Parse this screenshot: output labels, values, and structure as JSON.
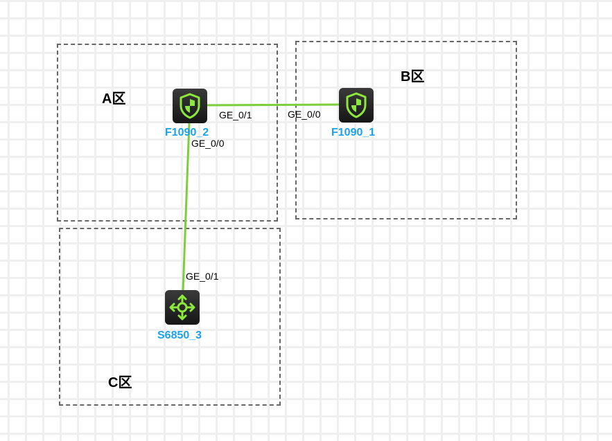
{
  "colors": {
    "link": "#7dce3c",
    "icon": "#8ce83c",
    "device_label": "#1aa3e8",
    "zone_border": "#666666"
  },
  "zones": [
    {
      "id": "A",
      "label": "A区"
    },
    {
      "id": "B",
      "label": "B区"
    },
    {
      "id": "C",
      "label": "C区"
    }
  ],
  "devices": [
    {
      "name": "F1090_2",
      "type": "firewall",
      "icon": "shield-icon",
      "zone": "A"
    },
    {
      "name": "F1090_1",
      "type": "firewall",
      "icon": "shield-icon",
      "zone": "B"
    },
    {
      "name": "S6850_3",
      "type": "switch",
      "icon": "switch-arrows-icon",
      "zone": "C"
    }
  ],
  "links": [
    {
      "from": "F1090_2",
      "from_port": "GE_0/1",
      "to": "F1090_1",
      "to_port": "GE_0/0"
    },
    {
      "from": "F1090_2",
      "from_port": "GE_0/0",
      "to": "S6850_3",
      "to_port": "GE_0/1"
    }
  ]
}
